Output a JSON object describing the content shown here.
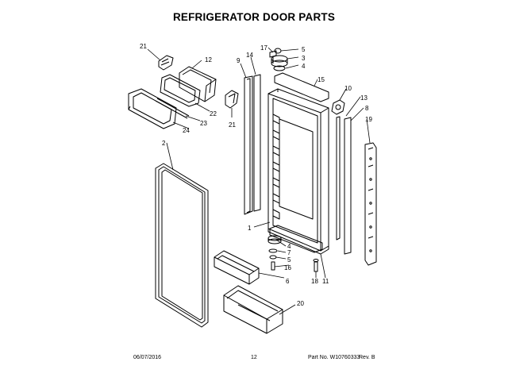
{
  "title": "REFRIGERATOR DOOR PARTS",
  "footer": {
    "date": "06/07/2016",
    "page": "12",
    "part_no": "Part No. W10760333",
    "rev": "Rev. B"
  },
  "callouts": {
    "c21a": "21",
    "c12": "12",
    "c22": "22",
    "c23": "23",
    "c24": "24",
    "c21b": "21",
    "c2": "2",
    "c9": "9",
    "c14": "14",
    "c17": "17",
    "c5a": "5",
    "c3": "3",
    "c4a": "4",
    "c15": "15",
    "c10": "10",
    "c13": "13",
    "c8": "8",
    "c19": "19",
    "c1": "1",
    "c4b": "4",
    "c7": "7",
    "c5b": "5",
    "c16": "16",
    "c6": "6",
    "c18": "18",
    "c11": "11",
    "c20": "20"
  }
}
